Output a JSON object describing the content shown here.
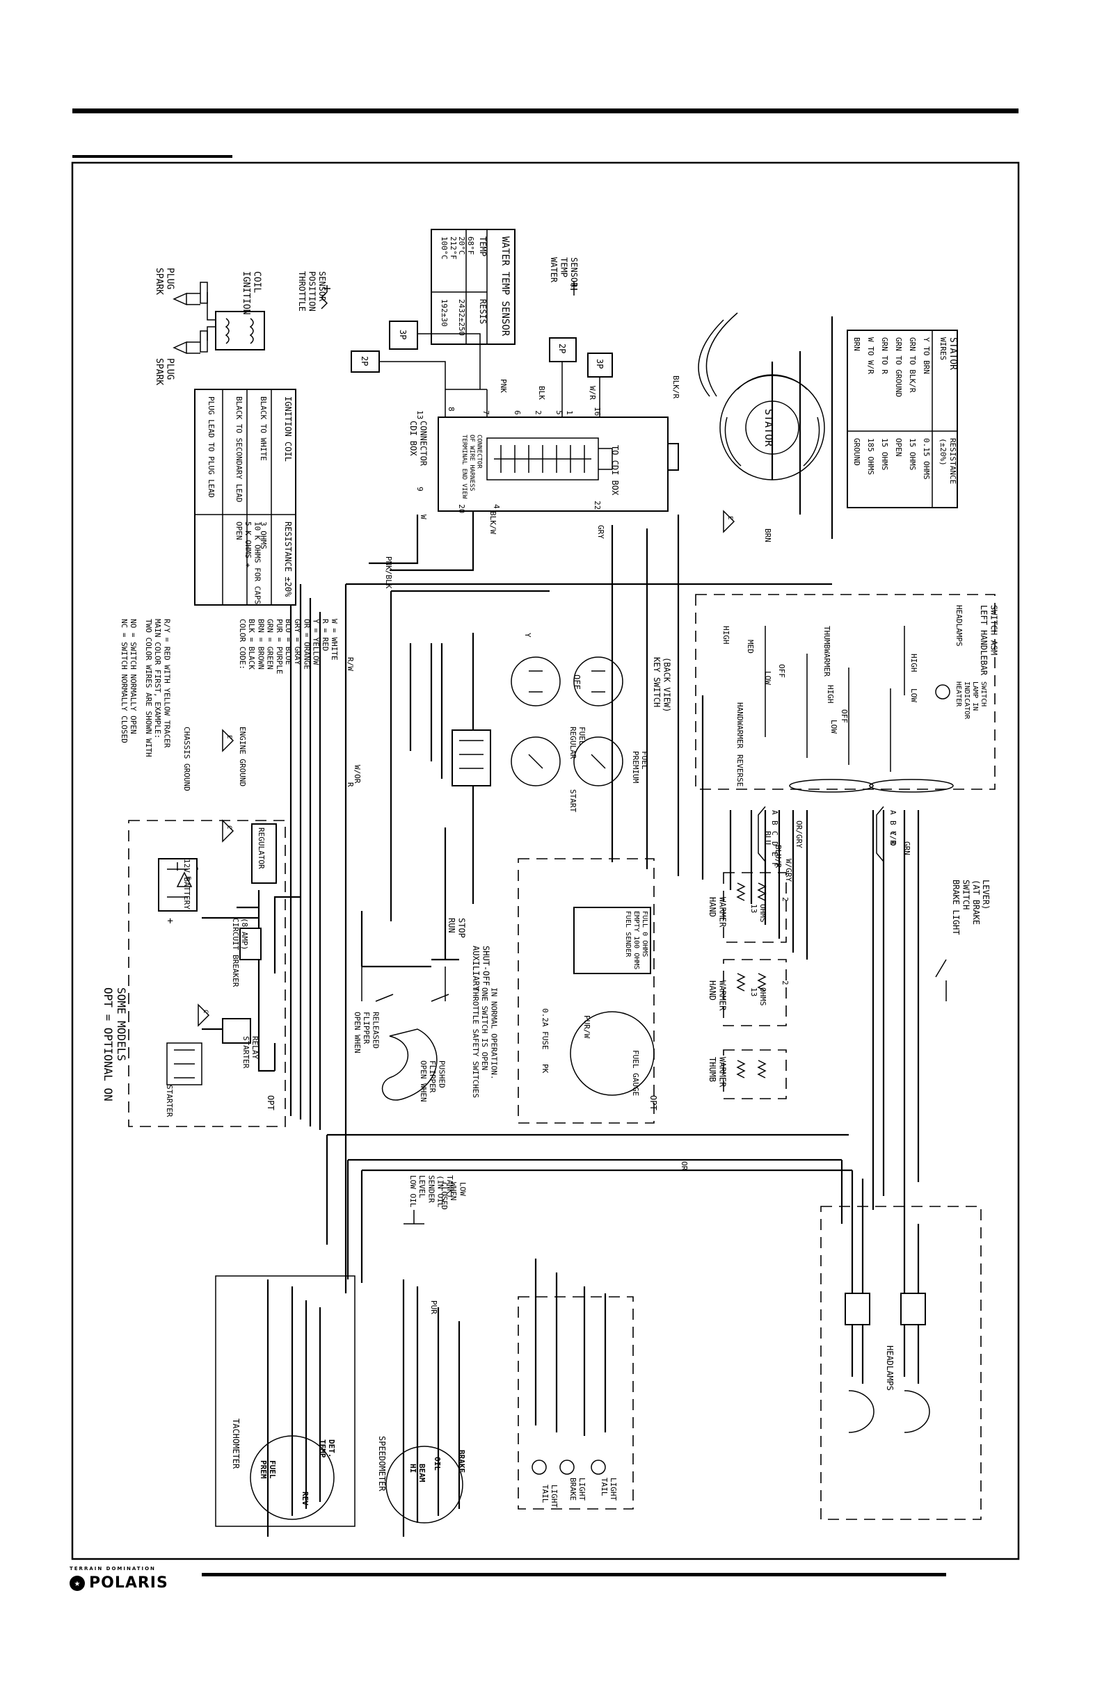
{
  "brand": {
    "tagline": "TERRAIN DOMINATION",
    "name": "POLARIS"
  },
  "wire_labels": [
    "W/R",
    "BLK",
    "BLK/W",
    "PNK",
    "PNK/BLK",
    "W",
    "GRY",
    "BRN",
    "R/W",
    "W/OR",
    "Y",
    "Y/R",
    "R",
    "OR",
    "BLU",
    "BLU/R",
    "W/GRY",
    "OR/GRY",
    "GRN",
    "BLK/R",
    "PUR",
    "PUR/W"
  ],
  "tables": {
    "water_temp": {
      "title": "WATER TEMP SENSOR",
      "header": [
        "TEMP",
        "RESIS"
      ],
      "rows": [
        [
          "20°C\n68°F",
          "2432±250"
        ],
        [
          "100°C\n212°F",
          "192±30"
        ]
      ]
    },
    "stator": {
      "title_a": "STATOR",
      "title_b": "WIRES",
      "title_c": "RESISTANCE",
      "title_d": "(±20%)",
      "rows": [
        [
          "Y TO BRN",
          "0.15 OHMS"
        ],
        [
          "GRN TO BLK/R",
          "15 OHMS"
        ],
        [
          "GRN TO GROUND",
          "OPEN"
        ],
        [
          "GRN TO R",
          "15 OHMS"
        ],
        [
          "W TO W/R",
          "185 OHMS"
        ],
        [
          "BRN",
          "GROUND"
        ]
      ]
    },
    "ignition_coil": {
      "header": [
        "IGNITION COIL",
        "RESISTANCE ±20%"
      ],
      "rows": [
        [
          "BLACK TO WHITE",
          "3 OHMS"
        ],
        [
          "BLACK TO SECONDARY LEAD",
          "OPEN\n5 K OHMS +\n10 K OHMS FOR CAPS"
        ],
        [
          "PLUG LEAD TO PLUG LEAD",
          ""
        ]
      ]
    }
  },
  "labels": {
    "spark_plug": "SPARK\nPLUG",
    "ignition_coil": "IGNITION\nCOIL",
    "throttle_sensor": "THROTTLE\nPOSITION\nSENSOR",
    "water_sensor": "WATER\nTEMP\nSENSOR",
    "stator": "STATOR",
    "cdi": "CDI BOX\nCONNECTOR",
    "to_cdi": "TO CDI BOX",
    "terminal_view": "TERMINAL END VIEW\nOF WIRE HARNESS\nCONNECTOR",
    "color_code": "COLOR CODE:\nBLK = BLACK\nBRN = BROWN\nGRN = GREEN\nPUR = PURPLE\nBLU = BLUE\nGRY = GRAY\nOR = ORANGE\nY = YELLOW\nR = RED\nW = WHITE",
    "two_color": "TWO COLOR WIRES ARE SHOWN WITH\nMAIN COLOR FIRST, EXAMPLE:\nR/Y = RED WITH YELLOW TRACER",
    "nc_no": "NC = SWITCH NORMALLY CLOSED\nNO = SWITCH NORMALLY OPEN",
    "engine_ground": "ENGINE GROUND",
    "chassis_ground": "CHASSIS GROUND",
    "key_switch": "KEY SWITCH\n(BACK VIEW)",
    "premium": "PREMIUM\nFUEL",
    "off": "OFF",
    "regular": "REGULAR\nFUEL",
    "start": "START",
    "left_handlebar": "LEFT HANDLEBAR\nSWITCH ASM",
    "headlamps": "HEADLAMPS",
    "high": "HIGH",
    "low": "LOW",
    "med": "MED",
    "thumbwarmer": "THUMBWARMER",
    "handwarmer": "HANDWARMER",
    "reverse": "REVERSE",
    "heater_indicator": "HEATER\nINDICATOR\nLAMP IN\nSWITCH",
    "regulator": "REGULATOR",
    "battery": "12V BATTERY",
    "breaker": "CIRCUIT BREAKER\n(8 AMP)",
    "starter_relay": "STARTER\nRELAY",
    "starter": "STARTER",
    "opt": "OPT",
    "opt_note": "OPT = OPTIONAL ON\nSOME MODELS",
    "aux_shutoff": "AUXILIARY\nSHUT-OFF",
    "run_stop": "RUN\nSTOP",
    "throttle_safety": "THROTTLE SAFETY SWITCHES\nONE SWITCH IS OPEN\nIN NORMAL OPERATION.",
    "open_pushed": "OPEN WHEN\nFLIPPER\nPUSHED",
    "open_released": "OPEN WHEN\nFLIPPER\nRELEASED",
    "fuel_sender": "FUEL SENDER\nEMPTY 100 OHMS\nFULL 0 OHMS",
    "fuse": "0.2A FUSE",
    "fuel_gauge": "FUEL GAUGE",
    "hand_warmer": "HAND\nWARMER",
    "thumb_warmer": "THUMB\nWARMER",
    "ohms13": "13\nOHMS",
    "ohms2": "2",
    "brake_switch": "BRAKE LIGHT\nSWITCH\n(AT BRAKE\nLEVER)",
    "oil_sender": "LOW OIL\nLEVEL\nSENDER\n(IN OIL\nTANK)",
    "closed_low": "CLOSED\nWHEN\nLOW",
    "tail_light": "TAIL\nLIGHT",
    "brake_light": "BRAKE\nLIGHT",
    "tachometer": "TACHOMETER",
    "speedometer": "SPEEDOMETER",
    "temp_det": "TEMP\nDET.",
    "rev": "REV",
    "prem_fuel": "PREM\nFUEL",
    "brake": "BRAKE",
    "oil": "OIL",
    "hi_beam": "HI\nBEAM",
    "p2": "2P",
    "p3": "3P",
    "conn_a": "A",
    "conn_b": "B",
    "conn_c": "C",
    "conn_d": "D",
    "conn_e": "E",
    "conn_f": "F",
    "pk": "PK",
    "e_mark": "E",
    "c_mark": "C",
    "n8": "8",
    "n7": "7",
    "n2": "2",
    "n5": "5",
    "n1": "1",
    "n16": "16",
    "n6": "6",
    "n13": "13",
    "n9": "9",
    "n22": "22",
    "n20": "20",
    "n4": "4",
    "plus": "+",
    "minus": "-"
  }
}
